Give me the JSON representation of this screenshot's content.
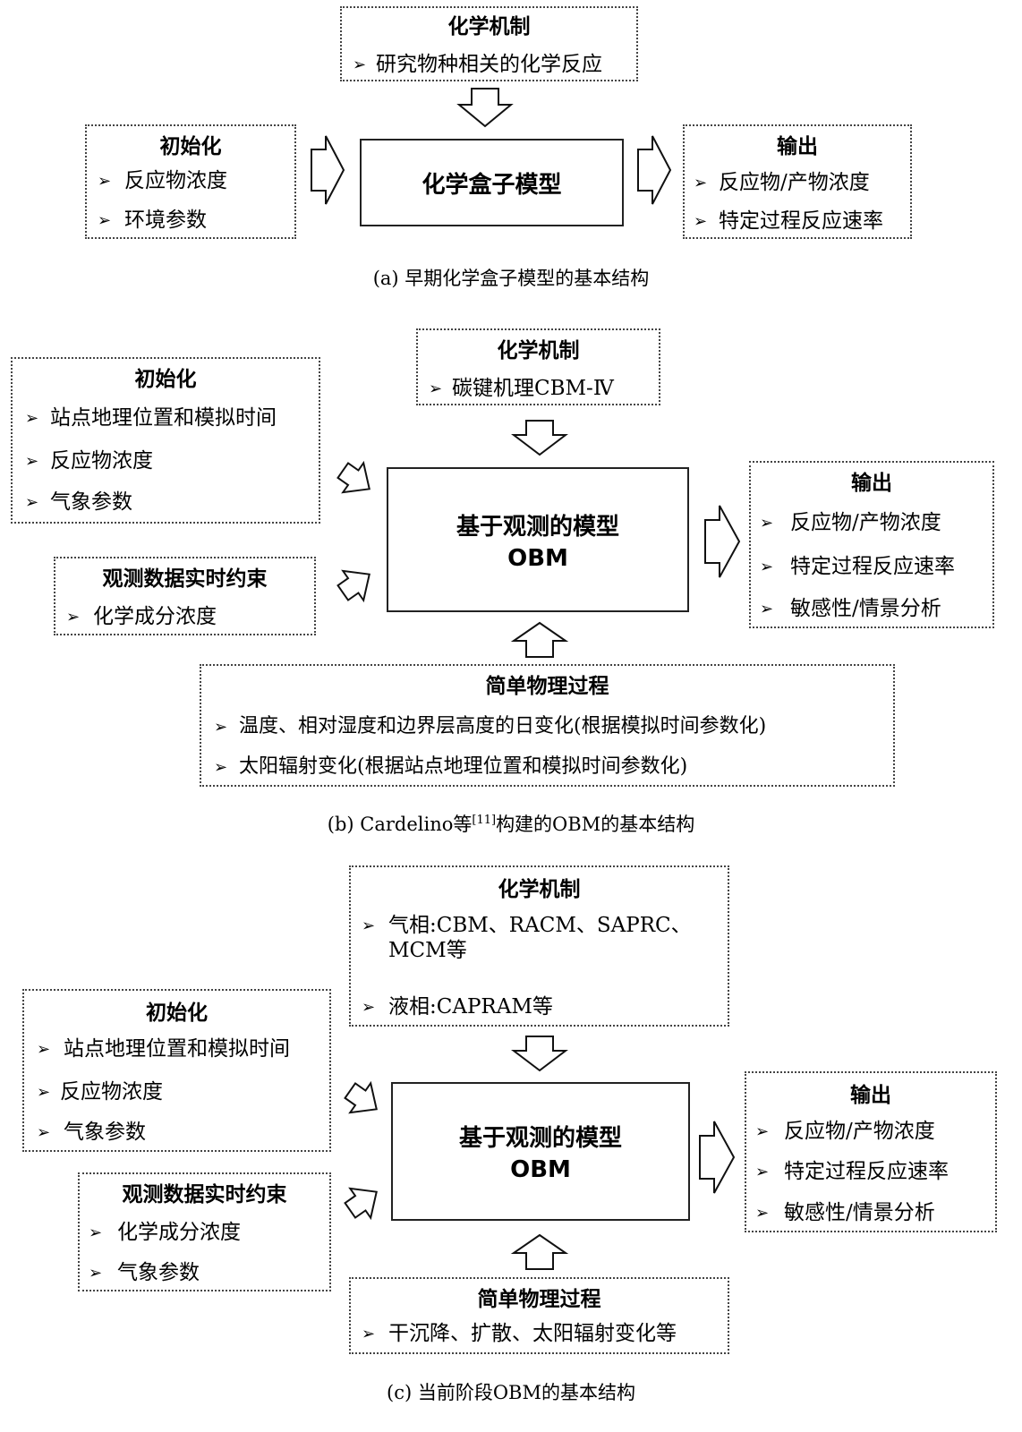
{
  "panel_a": {
    "mechanism": {
      "title": "化学机制",
      "items": [
        "研究物种相关的化学反应"
      ]
    },
    "init": {
      "title": "初始化",
      "items": [
        "反应物浓度",
        "环境参数"
      ]
    },
    "model": {
      "line1": "化学盒子模型"
    },
    "output": {
      "title": "输出",
      "items": [
        "反应物/产物浓度",
        "特定过程反应速率"
      ]
    },
    "caption": "(a)  早期化学盒子模型的基本结构"
  },
  "panel_b": {
    "mechanism": {
      "title": "化学机制",
      "items": [
        "碳键机理CBM-Ⅳ"
      ]
    },
    "init": {
      "title": "初始化",
      "items": [
        "站点地理位置和模拟时间",
        "反应物浓度",
        "气象参数"
      ]
    },
    "obs": {
      "title": "观测数据实时约束",
      "items": [
        "化学成分浓度"
      ]
    },
    "model": {
      "line1": "基于观测的模型",
      "line2": "OBM"
    },
    "output": {
      "title": "输出",
      "items": [
        "反应物/产物浓度",
        "特定过程反应速率",
        "敏感性/情景分析"
      ]
    },
    "physics": {
      "title": "简单物理过程",
      "items": [
        "温度、相对湿度和边界层高度的日变化(根据模拟时间参数化)",
        "太阳辐射变化(根据站点地理位置和模拟时间参数化)"
      ]
    },
    "caption_pre": "(b)  Cardelino等",
    "caption_ref": "[11]",
    "caption_post": "构建的OBM的基本结构"
  },
  "panel_c": {
    "mechanism": {
      "title": "化学机制",
      "item1_a": "气相:CBM、RACM、SAPRC、",
      "item1_b": "MCM等",
      "item2": "液相:CAPRAM等"
    },
    "init": {
      "title": "初始化",
      "items": [
        "站点地理位置和模拟时间",
        "反应物浓度",
        "气象参数"
      ]
    },
    "obs": {
      "title": "观测数据实时约束",
      "items": [
        "化学成分浓度",
        "气象参数"
      ]
    },
    "model": {
      "line1": "基于观测的模型",
      "line2": "OBM"
    },
    "output": {
      "title": "输出",
      "items": [
        "反应物/产物浓度",
        "特定过程反应速率",
        "敏感性/情景分析"
      ]
    },
    "physics": {
      "title": "简单物理过程",
      "items": [
        "干沉降、扩散、太阳辐射变化等"
      ]
    },
    "caption": "(c)  当前阶段OBM的基本结构"
  },
  "bullet": "➢"
}
